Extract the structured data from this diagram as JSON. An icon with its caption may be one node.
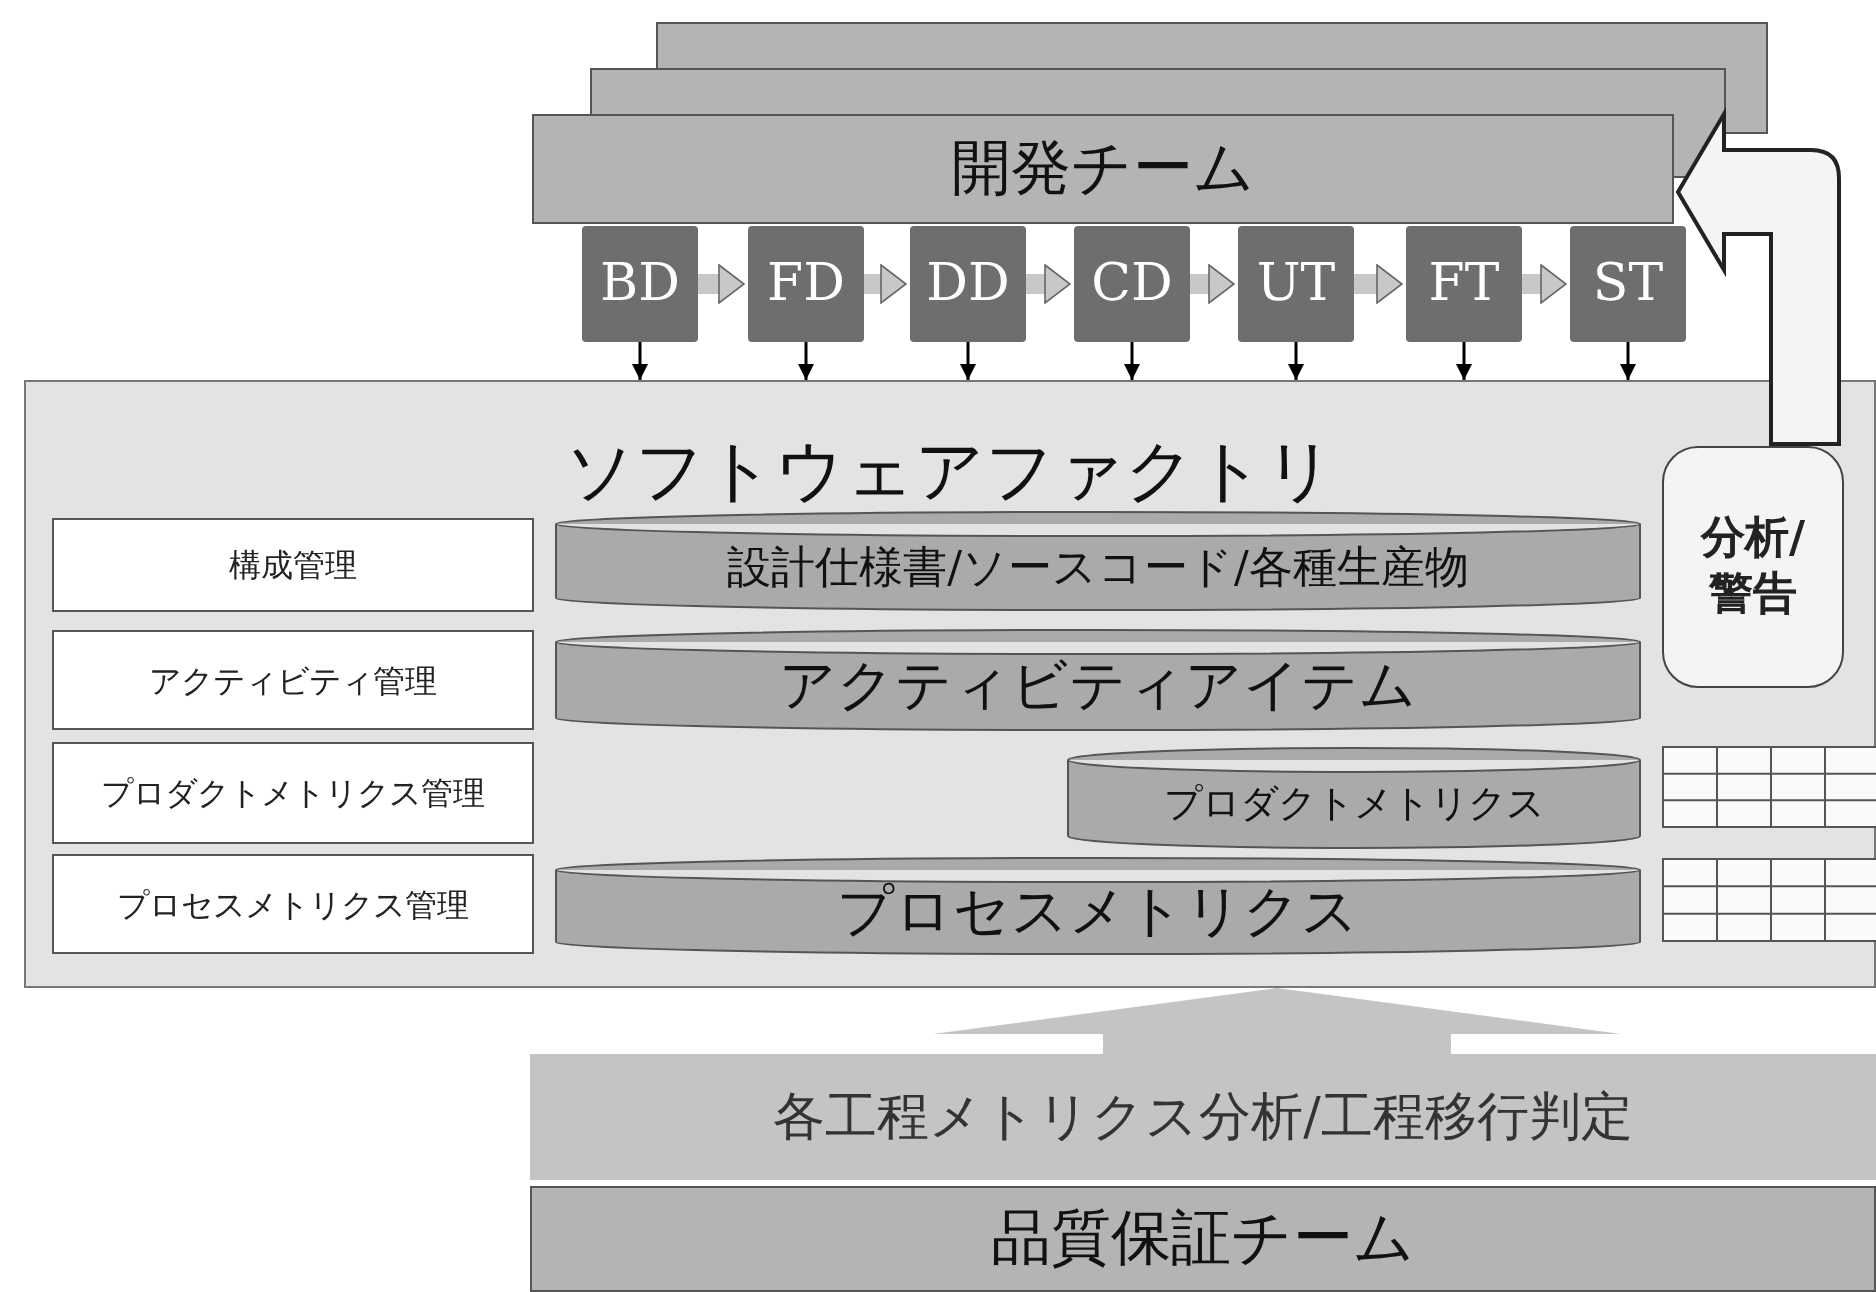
{
  "diagram": {
    "nodes": [
      {
        "text": [
          "開発チーム"
        ]
      },
      {
        "text": [
          "BD"
        ]
      },
      {
        "text": [
          "FD"
        ]
      },
      {
        "text": [
          "DD"
        ]
      },
      {
        "text": [
          "CD"
        ]
      },
      {
        "text": [
          "UT"
        ]
      },
      {
        "text": [
          "FT"
        ]
      },
      {
        "text": [
          "ST"
        ]
      },
      {
        "text": [
          "ソフトウェアファクトリ"
        ]
      },
      {
        "text": [
          "構成管理"
        ],
        "in": 8
      },
      {
        "text": [
          "設計仕様書/ソースコード/各種生産物"
        ],
        "in": 8
      },
      {
        "text": [
          "アクティビティ管理"
        ],
        "in": 8
      },
      {
        "text": [
          "アクティビティアイテム"
        ],
        "in": 8
      },
      {
        "text": [
          "プロダクトメトリクス管理"
        ],
        "in": 8
      },
      {
        "text": [
          "プロダクトメトリクス"
        ],
        "in": 8
      },
      {
        "text": [
          "プロセスメトリクス管理"
        ],
        "in": 8
      },
      {
        "text": [
          "プロセスメトリクス"
        ],
        "in": 8
      },
      {
        "text": [
          "分析/警告"
        ],
        "in": 8
      },
      {
        "text": [
          "各工程メトリクス分析/工程移行判定"
        ]
      },
      {
        "text": [
          "品質保証チーム"
        ]
      }
    ],
    "edges": [
      {
        "from": 1,
        "to": 2,
        "arrow": "to",
        "style": "thick",
        "color": "#c8c8c8"
      },
      {
        "from": 2,
        "to": 3,
        "arrow": "to",
        "style": "thick",
        "color": "#c8c8c8"
      },
      {
        "from": 3,
        "to": 4,
        "arrow": "to",
        "style": "thick",
        "color": "#c8c8c8"
      },
      {
        "from": 4,
        "to": 5,
        "arrow": "to",
        "style": "thick",
        "color": "#c8c8c8"
      },
      {
        "from": 5,
        "to": 6,
        "arrow": "to",
        "style": "thick",
        "color": "#c8c8c8"
      },
      {
        "from": 6,
        "to": 7,
        "arrow": "to",
        "style": "thick",
        "color": "#c8c8c8"
      },
      {
        "from": 1,
        "to": 8,
        "arrow": "to",
        "color": "#000000"
      },
      {
        "from": 2,
        "to": 8,
        "arrow": "to",
        "color": "#000000"
      },
      {
        "from": 3,
        "to": 8,
        "arrow": "to",
        "color": "#000000"
      },
      {
        "from": 4,
        "to": 8,
        "arrow": "to",
        "color": "#000000"
      },
      {
        "from": 5,
        "to": 8,
        "arrow": "to",
        "color": "#000000"
      },
      {
        "from": 6,
        "to": 8,
        "arrow": "to",
        "color": "#000000"
      },
      {
        "from": 7,
        "to": 8,
        "arrow": "to",
        "color": "#000000"
      },
      {
        "from": 17,
        "to": 0,
        "arrow": "to",
        "style": "thick",
        "color": "#f4f4f4"
      },
      {
        "from": 18,
        "to": 8,
        "arrow": "to",
        "style": "thick",
        "color": "#c4c4c4"
      }
    ]
  }
}
